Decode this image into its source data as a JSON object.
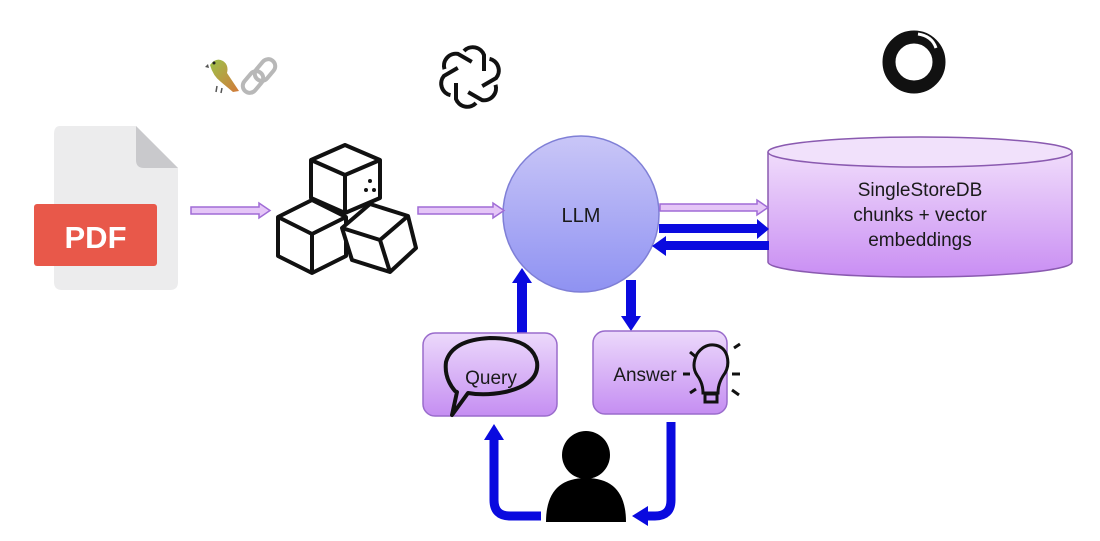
{
  "diagram": {
    "title": "PDF question answering pipeline with LangChain, OpenAI and SingleStoreDB",
    "nodes": {
      "pdf": {
        "label": "PDF",
        "icon": "pdf-file-icon",
        "color": "#e8584a"
      },
      "chunks": {
        "icon": "cubes-icon",
        "meaning": "document chunks"
      },
      "llm": {
        "label": "LLM",
        "color": "#a9aaf5"
      },
      "database": {
        "lines": [
          "SingleStoreDB",
          "chunks + vector",
          "embeddings"
        ],
        "color": "#dcb7f7"
      },
      "query": {
        "label": "Query",
        "icon": "speech-bubble-icon",
        "color": "#dcbaf6"
      },
      "answer": {
        "label": "Answer",
        "icon": "lightbulb-icon",
        "color": "#dcbaf6"
      },
      "user": {
        "icon": "user-icon"
      }
    },
    "logos": {
      "langchain": "langchain-logo",
      "openai": "openai-logo",
      "singlestore": "singlestore-logo"
    },
    "arrows": [
      {
        "from": "pdf",
        "to": "chunks",
        "style": "outline",
        "color": "#b07fe0"
      },
      {
        "from": "chunks",
        "to": "llm",
        "style": "outline",
        "color": "#b07fe0"
      },
      {
        "from": "llm",
        "to": "database",
        "style": "outline",
        "color": "#b07fe0"
      },
      {
        "from": "llm",
        "to": "database",
        "style": "solid",
        "color": "#0a0adf"
      },
      {
        "from": "database",
        "to": "llm",
        "style": "solid",
        "color": "#0a0adf"
      },
      {
        "from": "query",
        "to": "llm",
        "style": "solid",
        "color": "#0a0adf"
      },
      {
        "from": "llm",
        "to": "answer",
        "style": "solid",
        "color": "#0a0adf"
      },
      {
        "from": "user",
        "to": "query",
        "style": "solid",
        "color": "#0a0adf"
      },
      {
        "from": "answer",
        "to": "user",
        "style": "solid",
        "color": "#0a0adf"
      }
    ]
  }
}
